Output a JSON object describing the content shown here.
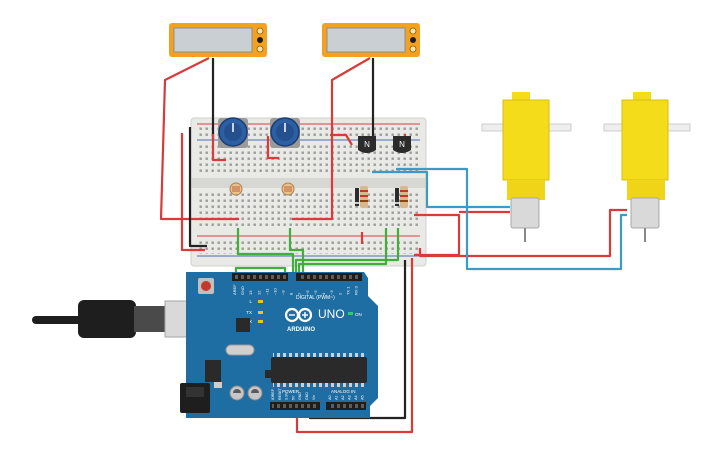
{
  "meters": [
    {
      "id": "left"
    },
    {
      "id": "right"
    }
  ],
  "transistors": [
    {
      "label": "N"
    },
    {
      "label": "N"
    }
  ],
  "arduino": {
    "logo_text": "ARDUINO",
    "model": "UNO",
    "digital_label": "DIGITAL (PWM~)",
    "power_label": "POWER",
    "analog_label": "ANALOG IN",
    "top_pins": [
      "AREF",
      "GND",
      "13",
      "12",
      "~11",
      "~10",
      "~9",
      "8",
      "7",
      "~6",
      "~5",
      "4",
      "~3",
      "2",
      "TX 1",
      "RX 0"
    ],
    "power_pins": [
      "IOREF",
      "RESET",
      "3.3V",
      "5V",
      "GND",
      "GND",
      "Vin"
    ],
    "analog_pins": [
      "A0",
      "A1",
      "A2",
      "A3",
      "A4",
      "A5"
    ],
    "led_labels": [
      "L",
      "TX",
      "RX"
    ],
    "on_label": "ON"
  },
  "colors": {
    "breadboard": "#e9e9e6",
    "arduino_blue": "#1f6ea3",
    "meter_orange": "#f3a11f",
    "motor_yellow": "#f5dc1a",
    "wire_red": "#d93a3a",
    "wire_green": "#3fae3a",
    "wire_black": "#222222",
    "wire_blue": "#3b9ac6",
    "pot_blue": "#2d5fa5"
  }
}
